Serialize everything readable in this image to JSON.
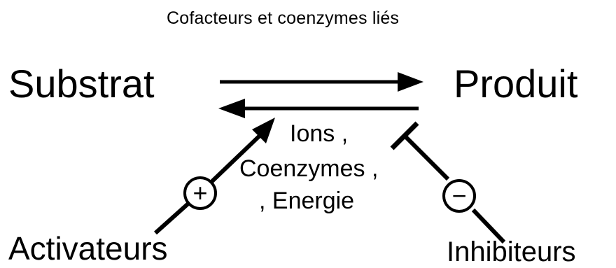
{
  "diagram": {
    "title": "Cofacteurs et coenzymes liés",
    "substrate": "Substrat",
    "product": "Produit",
    "cofactors": {
      "line1": "Ions ,",
      "line2": "Coenzymes ,",
      "line3": ", Energie"
    },
    "activators": "Activateurs",
    "inhibitors": "Inhibiteurs",
    "activation_sign": "+",
    "inhibition_sign": "−"
  },
  "colors": {
    "ink": "#000000",
    "background": "#ffffff"
  }
}
